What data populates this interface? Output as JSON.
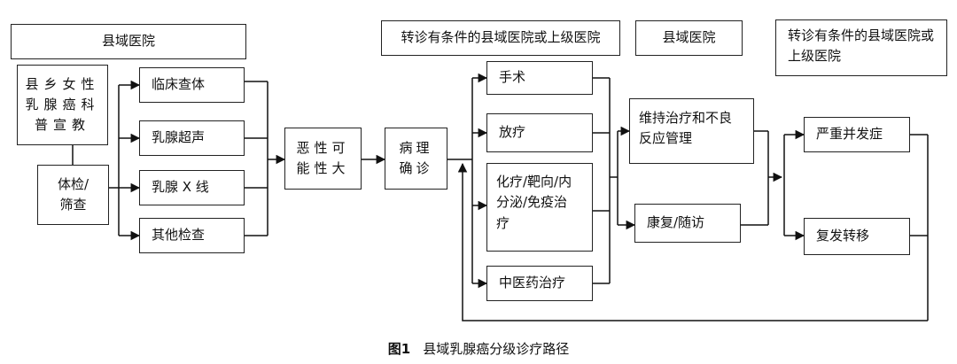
{
  "header_county": "县域医院",
  "header_transfer_1": "转诊有条件的县域医院或上级医院",
  "header_county_2": "县域医院",
  "header_transfer_2": "转诊有条件的县域医院或上级医院",
  "education": [
    "县乡女性",
    "乳腺癌科",
    "普宣教"
  ],
  "screening": [
    "体检/",
    "筛查"
  ],
  "exam_clinical": "临床查体",
  "exam_ultrasound": "乳腺超声",
  "exam_xray": "乳腺 X 线",
  "exam_other": "其他检查",
  "malignancy": [
    "恶性可",
    "能性大"
  ],
  "pathology": [
    "病理",
    "确诊"
  ],
  "surgery": "手术",
  "radiotherapy": "放疗",
  "chemo": [
    "化疗/靶向/内",
    "分泌/免疫治",
    "疗"
  ],
  "tcm": "中医药治疗",
  "maintenance": [
    "维持治疗和不良",
    "反应管理"
  ],
  "rehab": "康复/随访",
  "complication": "严重并发症",
  "recurrence": "复发转移",
  "caption_label": "图1",
  "caption_text": "县域乳腺癌分级诊疗路径"
}
